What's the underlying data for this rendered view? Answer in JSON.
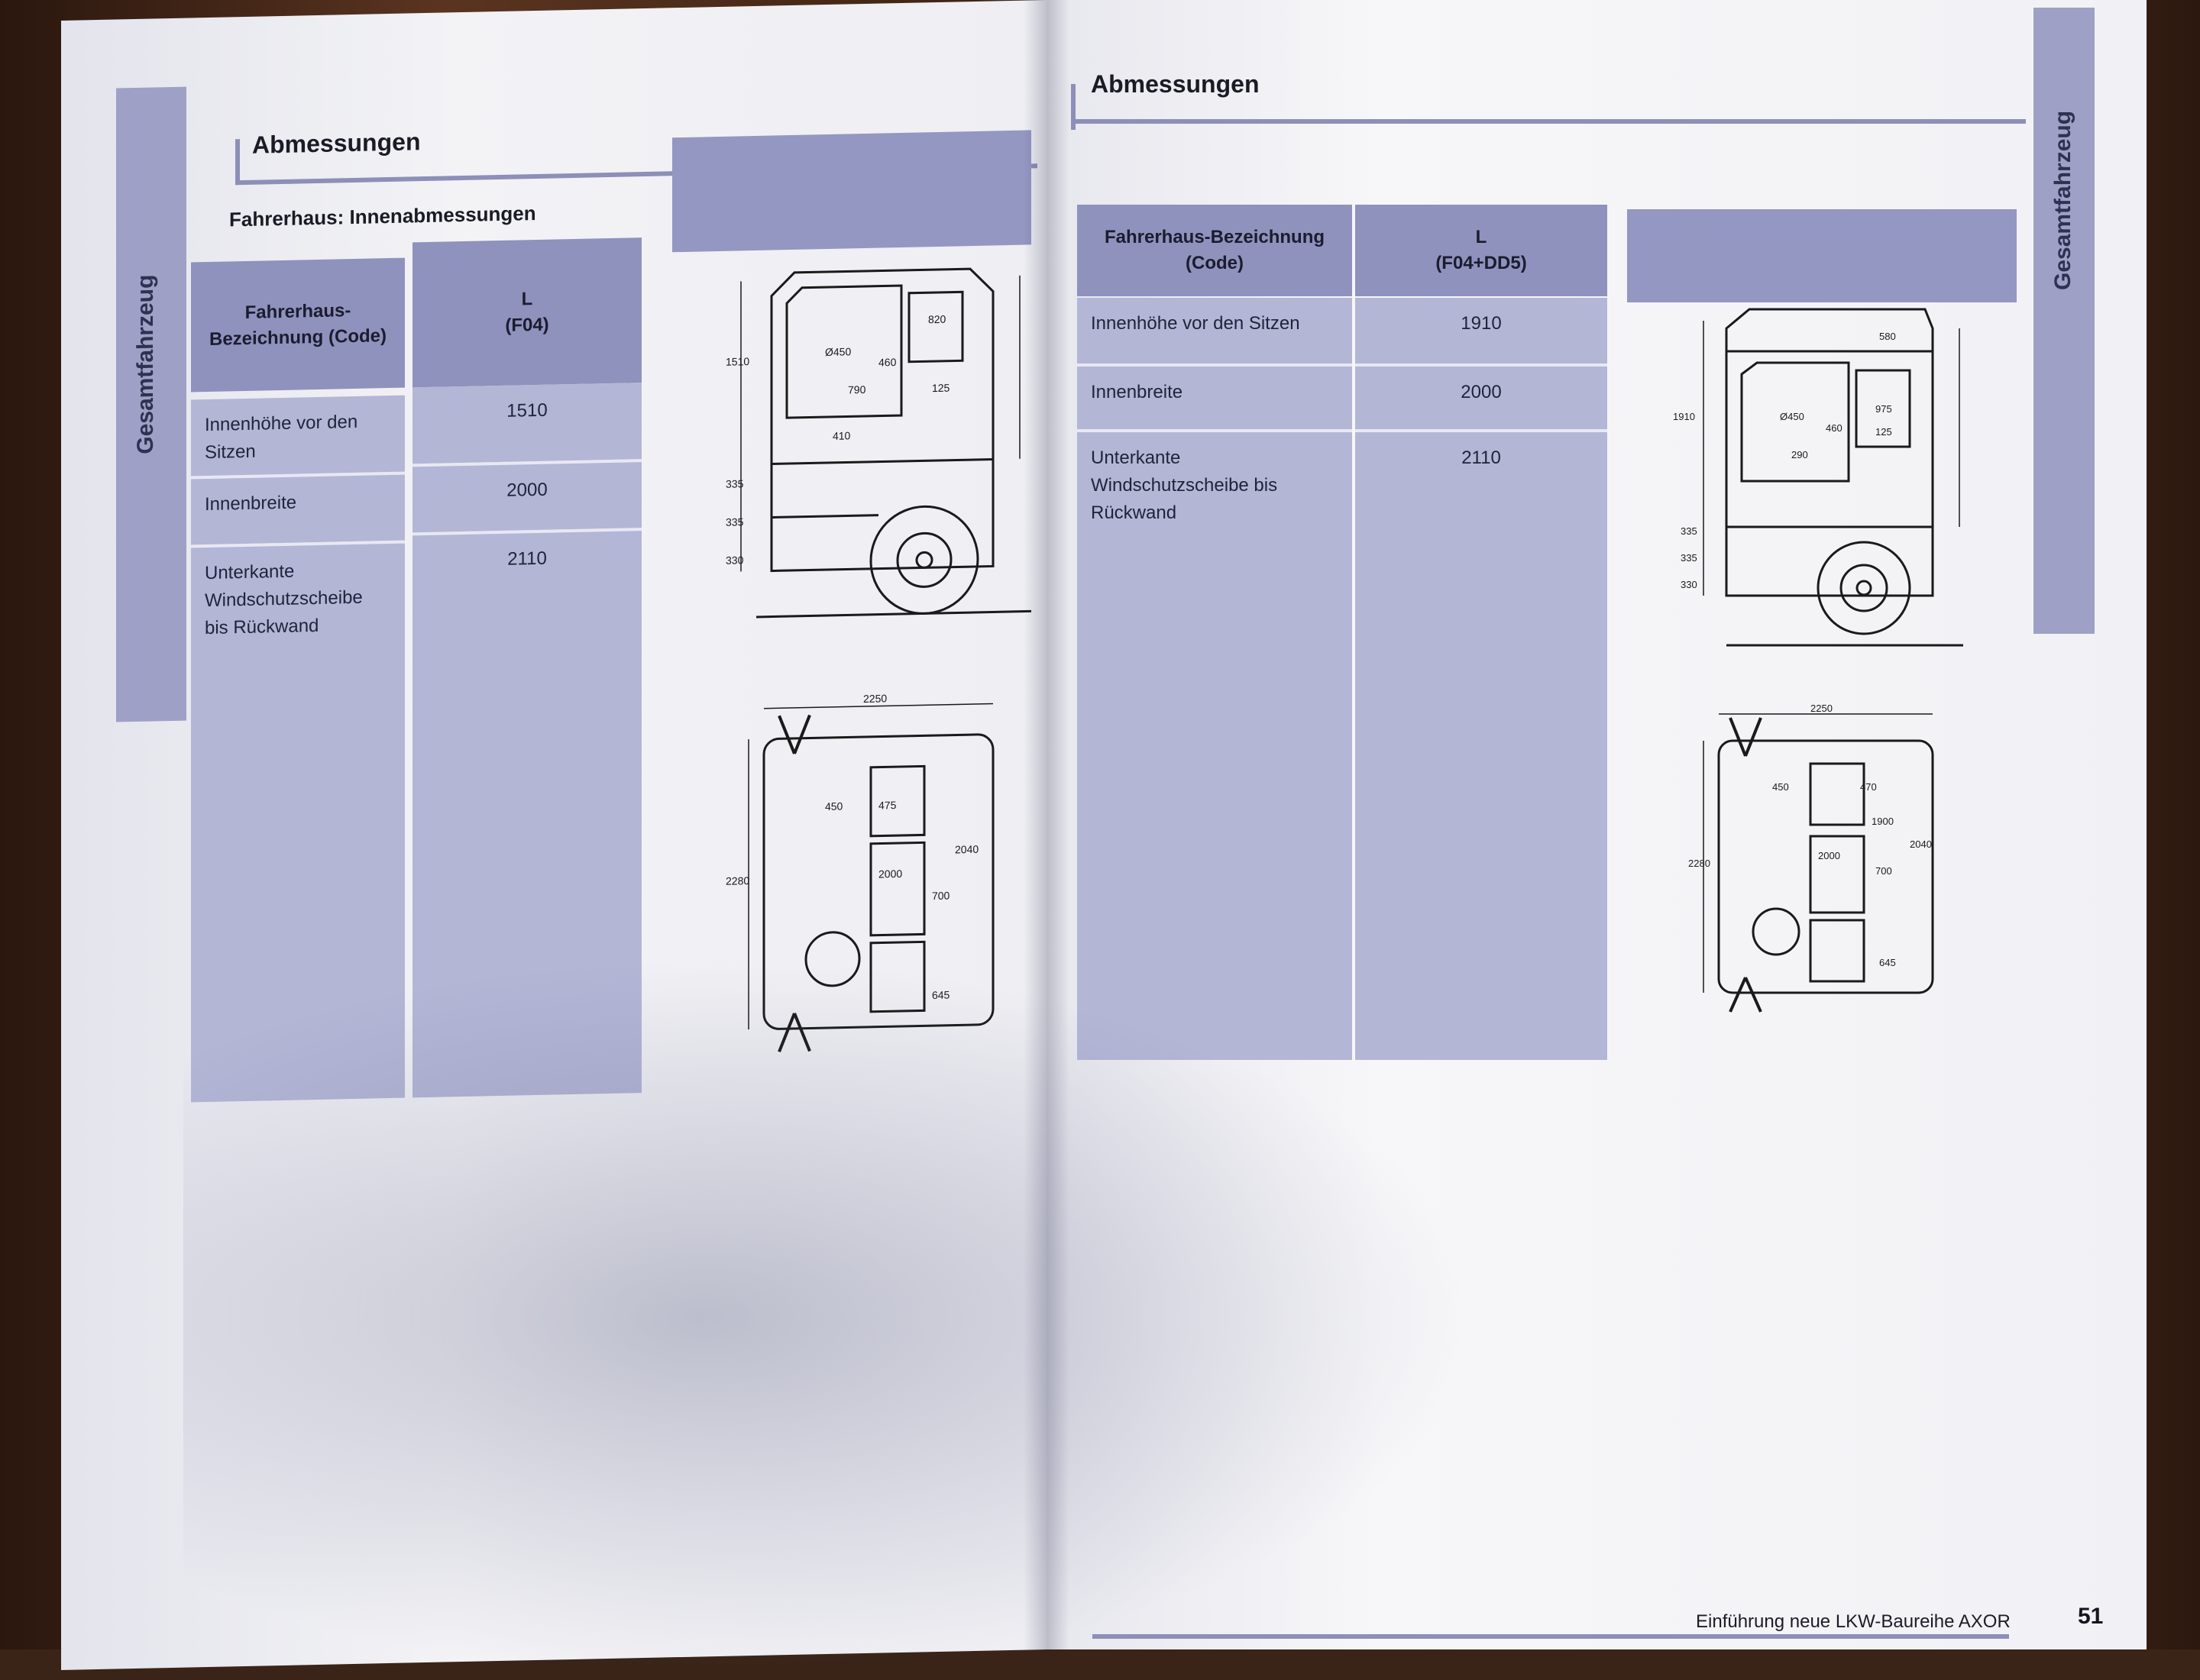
{
  "left_page": {
    "side_tab": "Gesamtfahrzeug",
    "title": "Abmessungen",
    "subtitle": "Fahrerhaus: Innenabmessungen",
    "table": {
      "header_label": "Fahrerhaus-Bezeichnung (Code)",
      "header_value_line1": "L",
      "header_value_line2": "(F04)",
      "rows": [
        {
          "label": "Innenhöhe vor den Sitzen",
          "value": "1510"
        },
        {
          "label": "Innenbreite",
          "value": "2000"
        },
        {
          "label": "Unterkante Windschutzscheibe bis Rückwand",
          "value": "2110"
        }
      ]
    },
    "side_view_dims": [
      "1510",
      "820",
      "Ø450",
      "460",
      "790",
      "410",
      "125",
      "335",
      "335",
      "330"
    ],
    "top_view_dims": [
      "2250",
      "450",
      "475",
      "2040",
      "2000",
      "700",
      "2280",
      "645"
    ]
  },
  "right_page": {
    "side_tab": "Gesamtfahrzeug",
    "title": "Abmessungen",
    "table": {
      "header_label": "Fahrerhaus-Bezeichnung (Code)",
      "header_value_line1": "L",
      "header_value_line2": "(F04+DD5)",
      "rows": [
        {
          "label": "Innenhöhe vor den Sitzen",
          "value": "1910"
        },
        {
          "label": "Innenbreite",
          "value": "2000"
        },
        {
          "label": "Unterkante Windschutzscheibe bis Rückwand",
          "value": "2110"
        }
      ]
    },
    "side_view_dims": [
      "1910",
      "580",
      "Ø450",
      "460",
      "975",
      "290",
      "125",
      "335",
      "335",
      "330"
    ],
    "top_view_dims": [
      "2250",
      "450",
      "470",
      "1900",
      "2040",
      "2000",
      "700",
      "2280",
      "645"
    ],
    "footer": "Einführung neue LKW-Baureihe AXOR",
    "page_number": "51"
  },
  "colors": {
    "tab": "#9ea0c6",
    "table_header": "#8f92bd",
    "table_body": "#b4b6d6",
    "rule": "#8d8fb8"
  }
}
